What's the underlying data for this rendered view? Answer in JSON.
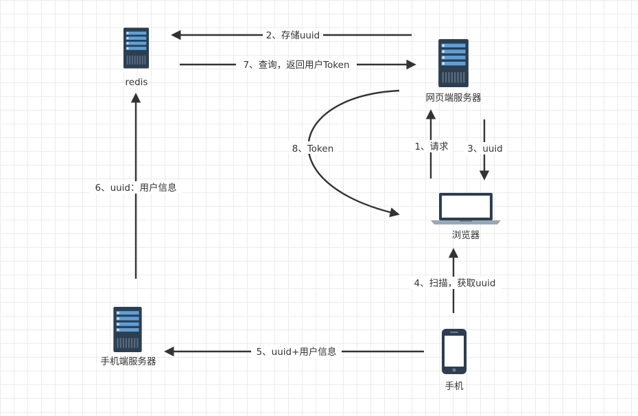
{
  "nodes": {
    "redis": {
      "label": "redis"
    },
    "web_server": {
      "label": "网页端服务器"
    },
    "browser": {
      "label": "浏览器"
    },
    "mobile_server": {
      "label": "手机端服务器"
    },
    "phone": {
      "label": "手机"
    }
  },
  "edges": {
    "request": {
      "label": "1、请求"
    },
    "store_uuid": {
      "label": "2、存储uuid"
    },
    "return_uuid": {
      "label": "3、uuid"
    },
    "scan": {
      "label": "4、扫描，获取uuid"
    },
    "send_info": {
      "label": "5、uuid+用户信息"
    },
    "save_info": {
      "label": "6、uuid：用户信息"
    },
    "query_token": {
      "label": "7、查询，返回用户Token"
    },
    "token": {
      "label": "8、Token"
    }
  },
  "colors": {
    "line": "#333333",
    "server_body": "#2c3e50",
    "server_slot": "#5d9fd8",
    "laptop_screen": "#2c3e50",
    "laptop_base": "#9aa7b4"
  }
}
